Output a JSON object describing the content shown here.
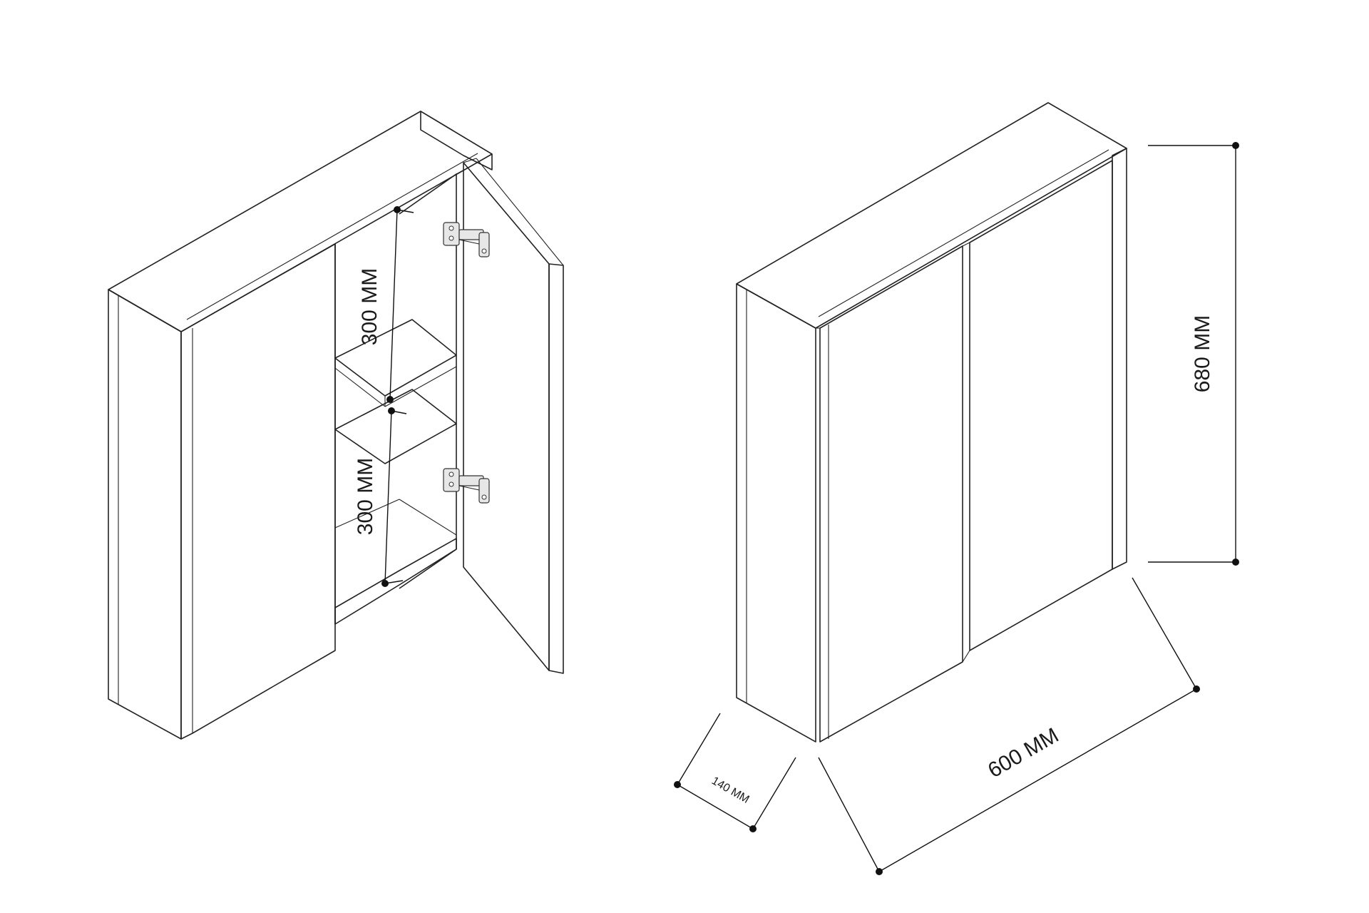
{
  "dimensions": {
    "upper_shelf": "300 MM",
    "lower_shelf": "300 MM",
    "height": "680 MM",
    "width": "600 MM",
    "depth": "140 MM"
  }
}
